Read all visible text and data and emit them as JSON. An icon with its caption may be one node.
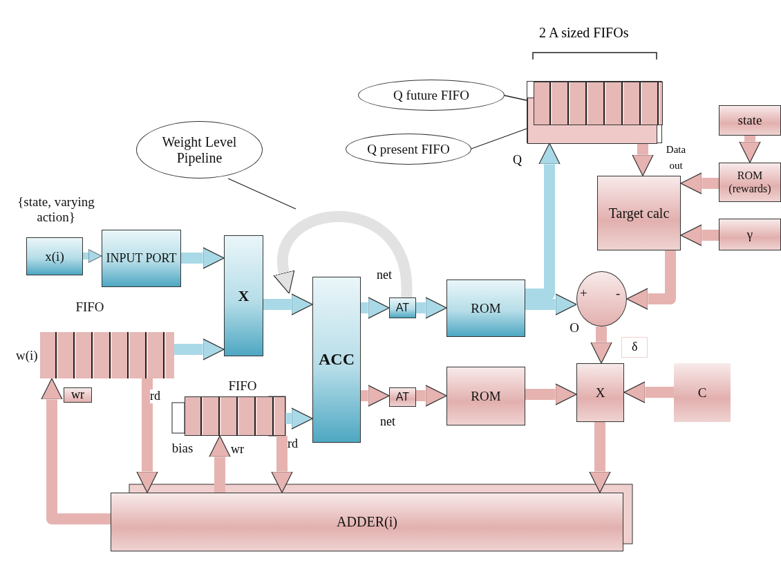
{
  "diagram": {
    "nodes": [
      {
        "text": [
          "x(i)"
        ],
        "beside": [
          "{state, varying action}"
        ]
      },
      {
        "text": [
          "INPUT PORT"
        ]
      },
      {
        "text": [
          "X"
        ]
      },
      {
        "text": [
          "w(i)"
        ],
        "beside": [
          "FIFO"
        ]
      },
      {
        "text": [],
        "shape": "box",
        "beside": [
          "FIFO",
          "bias"
        ]
      },
      {
        "text": [
          "ACC"
        ]
      },
      {
        "text": [
          "AT"
        ]
      },
      {
        "text": [
          "ROM"
        ]
      },
      {
        "text": [
          "Q future FIFO"
        ]
      },
      {
        "text": [
          "Q present FIFO"
        ]
      },
      {
        "text": [],
        "shape": "box"
      },
      {
        "text": [
          "Weight Level Pipeline"
        ]
      },
      {
        "text": [
          "state"
        ]
      },
      {
        "text": [
          "ROM (rewards)"
        ]
      },
      {
        "text": [
          "Target calc"
        ]
      },
      {
        "text": [
          "γ"
        ]
      },
      {
        "text": [
          "+",
          "-"
        ],
        "beside": [
          "O"
        ]
      },
      {
        "text": [
          "AT"
        ]
      },
      {
        "text": [
          "ROM"
        ]
      },
      {
        "text": [
          "X"
        ]
      },
      {
        "text": [
          "C"
        ]
      },
      {
        "text": [
          "ADDER(i)"
        ]
      }
    ],
    "edges": [
      {
        "from": 0,
        "to": 1,
        "arrow": "to",
        "color": "#a9d9e7"
      },
      {
        "from": 1,
        "to": 2,
        "arrow": "to",
        "color": "#a9d9e7"
      },
      {
        "from": 3,
        "to": 2,
        "arrow": "to",
        "color": "#a9d9e7"
      },
      {
        "from": 2,
        "to": 5,
        "arrow": "to",
        "color": "#a9d9e7"
      },
      {
        "from": 5,
        "to": 6,
        "arrow": "to",
        "label": "net",
        "color": "#a9d9e7"
      },
      {
        "from": 6,
        "to": 7,
        "arrow": "to",
        "color": "#a9d9e7"
      },
      {
        "from": 7,
        "to": 16,
        "arrow": "to",
        "color": "#a9d9e7"
      },
      {
        "from": 7,
        "to": 10,
        "arrow": "to",
        "label": "Q",
        "color": "#a9d9e7"
      },
      {
        "from": 10,
        "to": 14,
        "arrow": "to",
        "label": "Data out"
      },
      {
        "from": 12,
        "to": 13,
        "arrow": "to"
      },
      {
        "from": 13,
        "to": 14,
        "arrow": "to"
      },
      {
        "from": 15,
        "to": 14,
        "arrow": "to"
      },
      {
        "from": 14,
        "to": 16,
        "arrow": "to"
      },
      {
        "from": 16,
        "to": 19,
        "arrow": "to",
        "label": "δ"
      },
      {
        "from": 5,
        "to": 17,
        "arrow": "to",
        "label": "net"
      },
      {
        "from": 17,
        "to": 18,
        "arrow": "to"
      },
      {
        "from": 18,
        "to": 19,
        "arrow": "to"
      },
      {
        "from": 20,
        "to": 19,
        "arrow": "to"
      },
      {
        "from": 19,
        "to": 21,
        "arrow": "to"
      },
      {
        "from": 21,
        "to": 3,
        "arrow": "to",
        "label": "wr"
      },
      {
        "from": 3,
        "to": 21,
        "arrow": "to",
        "label": "rd"
      },
      {
        "from": 21,
        "to": 4,
        "arrow": "to",
        "label": "wr"
      },
      {
        "from": 4,
        "to": 21,
        "arrow": "to",
        "label": "rd"
      },
      {
        "from": 4,
        "to": 5,
        "arrow": "to",
        "color": "#a9d9e7"
      },
      {
        "from": 6,
        "to": 2,
        "arrow": "to",
        "color": "#e2e2e2"
      },
      {
        "from": 11,
        "to": null,
        "arrow": "none",
        "color": "#222222"
      },
      {
        "from": 8,
        "to": 10,
        "arrow": "none",
        "color": "#222222"
      },
      {
        "from": 9,
        "to": 10,
        "arrow": "none",
        "color": "#222222"
      }
    ],
    "labels": [
      "2 A sized FIFOs"
    ]
  }
}
